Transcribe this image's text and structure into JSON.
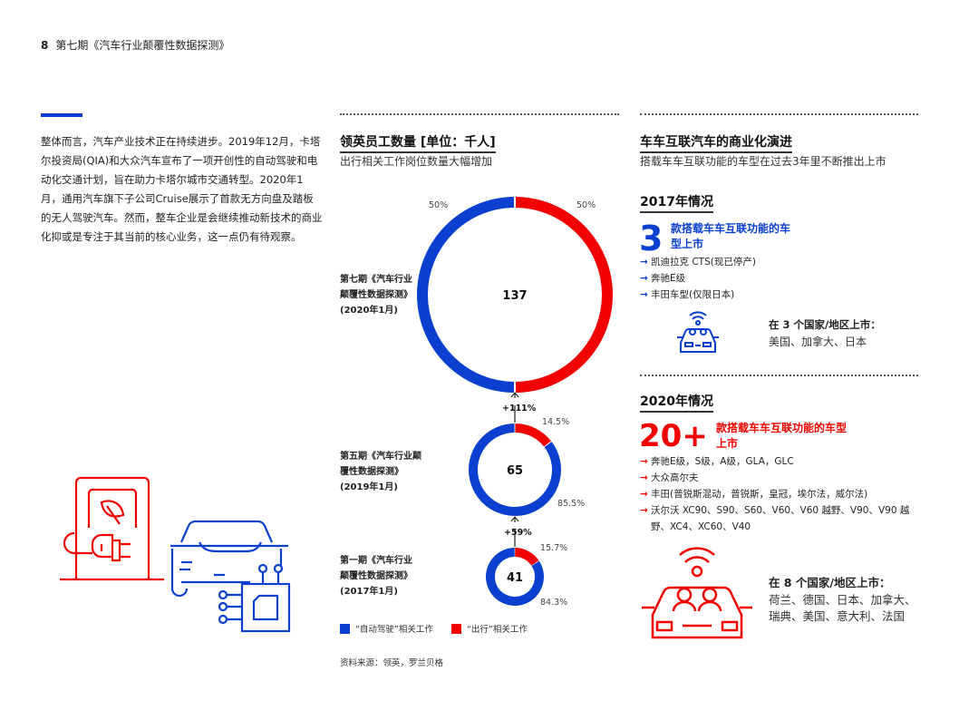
{
  "header": {
    "page_number": "8",
    "title": "第七期《汽车行业颠覆性数据探测》"
  },
  "intro": {
    "text": "整体而言，汽车产业技术正在持续进步。2019年12月，卡塔尔投资局(QIA)和大众汽车宣布了一项开创性的自动驾驶和电动化交通计划，旨在助力卡塔尔城市交通转型。2020年1月，通用汽车旗下子公司Cruise展示了首款无方向盘及踏板的无人驾驶汽车。然而，整车企业是会继续推动新技术的商业化抑或是专注于其当前的核心业务，这一点仍有待观察。"
  },
  "colors": {
    "blue": "#0a3fcf",
    "red": "#f20000"
  },
  "employees": {
    "title": "领英员工数量 [单位：千人]",
    "subtitle": "出行相关工作岗位数量大幅增加",
    "growth": [
      "+111%",
      "+59%"
    ],
    "legend": {
      "av": "“自动驾驶”相关工作",
      "mobility": "“出行”相关工作"
    },
    "source": "资料来源：领英，罗兰贝格"
  },
  "chart_data": {
    "type": "pie",
    "title": "领英员工数量 [单位：千人]",
    "series_names": [
      "“自动驾驶”相关工作",
      "“出行”相关工作"
    ],
    "donuts": [
      {
        "label": "第七期《汽车行业颠覆性数据探测》(2020年1月)",
        "total": "137",
        "av_pct": 50,
        "mob_pct": 50,
        "av_label": "50%",
        "mob_label": "50%"
      },
      {
        "label": "第五期《汽车行业颠覆性数据探测》(2019年1月)",
        "total": "65",
        "av_pct": 85.5,
        "mob_pct": 14.5,
        "av_label": "85.5%",
        "mob_label": "14.5%"
      },
      {
        "label": "第一期《汽车行业颠覆性数据探测》(2017年1月)",
        "total": "41",
        "av_pct": 84.3,
        "mob_pct": 15.7,
        "av_label": "84.3%",
        "mob_label": "15.7%"
      }
    ]
  },
  "connected": {
    "title": "车车互联汽车的商业化演进",
    "subtitle": "搭载车车互联功能的车型在过去3年里不断推出上市",
    "y2017": {
      "heading": "2017年情况",
      "count": "3",
      "caption": "款搭载车车互联功能的车型上市",
      "items": [
        "凯迪拉克 CTS(现已停产)",
        "奔驰E级",
        "丰田车型(仅限日本)"
      ],
      "markets_title": "在 3 个国家/地区上市：",
      "markets": "美国、加拿大、日本"
    },
    "y2020": {
      "heading": "2020年情况",
      "count": "20+",
      "caption": "款搭载车车互联功能的车型上市",
      "items": [
        "奔驰E级，S级，A级，GLA，GLC",
        "大众高尔夫",
        "丰田(普锐斯混动，普锐斯，皇冠，埃尔法，威尔法)",
        "沃尔沃 XC90、S90、S60、V60、V60 越野、V90、V90 越野、XC4、XC60、V40"
      ],
      "markets_title": "在 8 个国家/地区上市：",
      "markets": "荷兰、德国、日本、加拿大、瑞典、美国、意大利、法国"
    }
  }
}
